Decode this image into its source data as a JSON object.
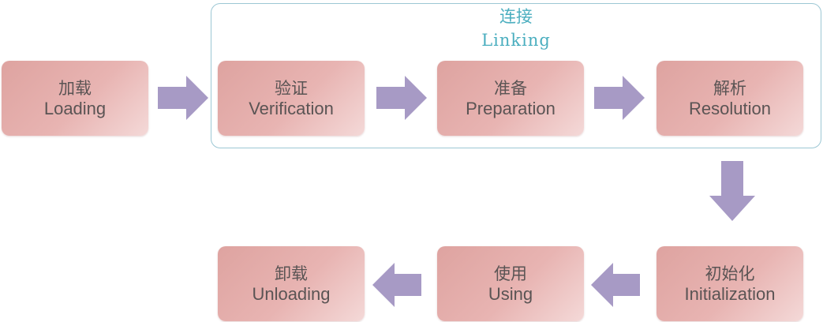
{
  "group": {
    "title_zh": "连接",
    "title_en": "Linking"
  },
  "stages": {
    "loading": {
      "zh": "加载",
      "en": "Loading"
    },
    "verification": {
      "zh": "验证",
      "en": "Verification"
    },
    "preparation": {
      "zh": "准备",
      "en": "Preparation"
    },
    "resolution": {
      "zh": "解析",
      "en": "Resolution"
    },
    "initialization": {
      "zh": "初始化",
      "en": "Initialization"
    },
    "using": {
      "zh": "使用",
      "en": "Using"
    },
    "unloading": {
      "zh": "卸载",
      "en": "Unloading"
    }
  },
  "colors": {
    "stage_fill": "#e5aeac",
    "arrow_fill": "#a79ac5",
    "group_border": "#9cc7d4",
    "group_title": "#4aaebf",
    "text": "#5a5454"
  }
}
